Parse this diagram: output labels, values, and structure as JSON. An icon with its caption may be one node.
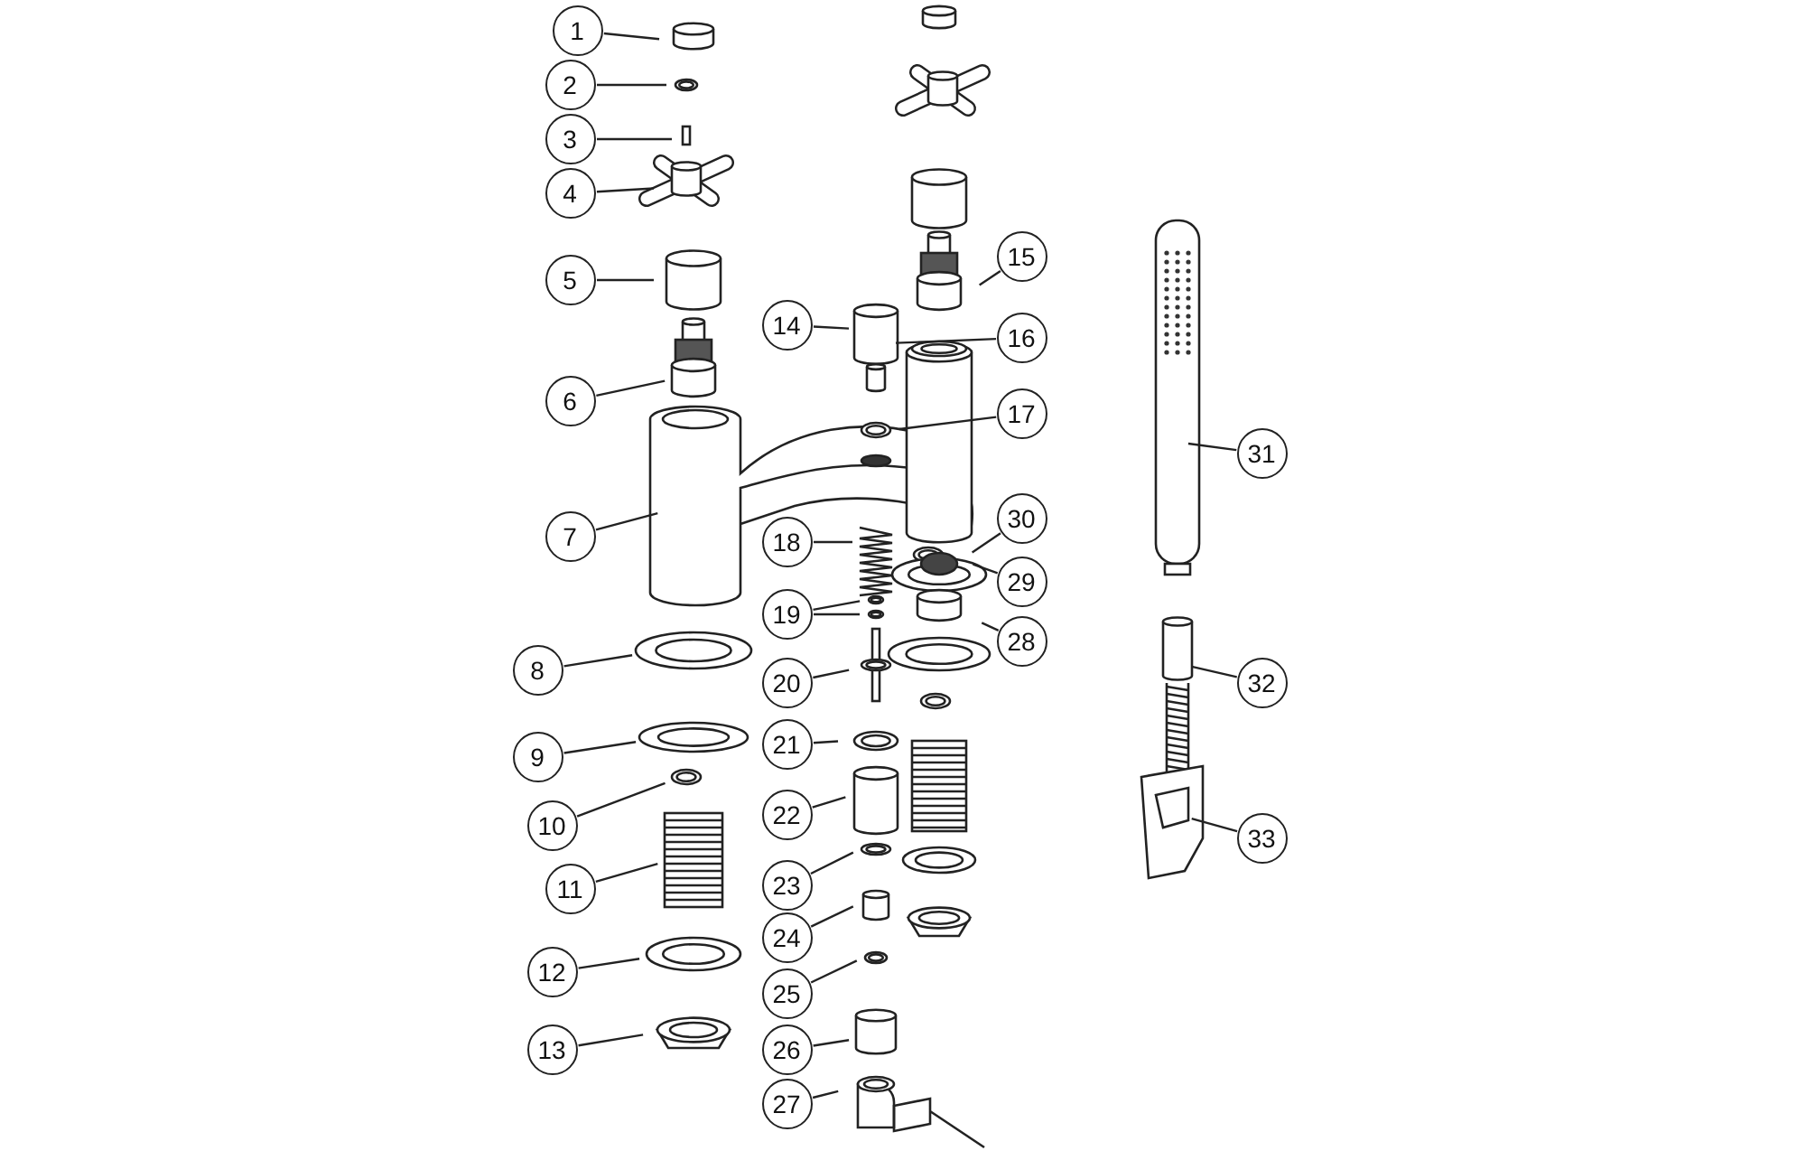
{
  "diagram": {
    "nodes": [
      {
        "text": [
          "1"
        ]
      },
      {
        "text": [
          "2"
        ]
      },
      {
        "text": [
          "3"
        ]
      },
      {
        "text": [
          "4"
        ]
      },
      {
        "text": [
          "5"
        ]
      },
      {
        "text": [
          "6"
        ]
      },
      {
        "text": [
          "7"
        ]
      },
      {
        "text": [
          "8"
        ]
      },
      {
        "text": [
          "9"
        ]
      },
      {
        "text": [
          "10"
        ]
      },
      {
        "text": [
          "11"
        ]
      },
      {
        "text": [
          "12"
        ]
      },
      {
        "text": [
          "13"
        ]
      },
      {
        "text": [
          "14"
        ]
      },
      {
        "text": [
          "15"
        ]
      },
      {
        "text": [
          "16"
        ]
      },
      {
        "text": [
          "17"
        ]
      },
      {
        "text": [
          "18"
        ]
      },
      {
        "text": [
          "19"
        ]
      },
      {
        "text": [
          "20"
        ]
      },
      {
        "text": [
          "21"
        ]
      },
      {
        "text": [
          "22"
        ]
      },
      {
        "text": [
          "23"
        ]
      },
      {
        "text": [
          "24"
        ]
      },
      {
        "text": [
          "25"
        ]
      },
      {
        "text": [
          "26"
        ]
      },
      {
        "text": [
          "27"
        ]
      },
      {
        "text": [
          "28"
        ]
      },
      {
        "text": [
          "29"
        ]
      },
      {
        "text": [
          "30"
        ]
      },
      {
        "text": [
          "31"
        ]
      },
      {
        "text": [
          "32"
        ]
      },
      {
        "text": [
          "33"
        ]
      }
    ],
    "edges": [
      {
        "from": 0,
        "to": null,
        "arrow": "none"
      },
      {
        "from": 1,
        "to": null,
        "arrow": "none"
      },
      {
        "from": 2,
        "to": null,
        "arrow": "none"
      },
      {
        "from": 3,
        "to": null,
        "arrow": "none"
      },
      {
        "from": 4,
        "to": null,
        "arrow": "none"
      },
      {
        "from": 5,
        "to": null,
        "arrow": "none"
      },
      {
        "from": 6,
        "to": null,
        "arrow": "none"
      },
      {
        "from": 7,
        "to": null,
        "arrow": "none"
      },
      {
        "from": 8,
        "to": null,
        "arrow": "none"
      },
      {
        "from": 9,
        "to": null,
        "arrow": "none"
      },
      {
        "from": 10,
        "to": null,
        "arrow": "none"
      },
      {
        "from": 11,
        "to": null,
        "arrow": "none"
      },
      {
        "from": 12,
        "to": null,
        "arrow": "none"
      },
      {
        "from": 13,
        "to": null,
        "arrow": "none"
      },
      {
        "from": 14,
        "to": null,
        "arrow": "none"
      },
      {
        "from": 15,
        "to": null,
        "arrow": "none"
      },
      {
        "from": 16,
        "to": null,
        "arrow": "none"
      },
      {
        "from": 17,
        "to": null,
        "arrow": "none"
      },
      {
        "from": 18,
        "to": null,
        "arrow": "none"
      },
      {
        "from": 18,
        "to": null,
        "arrow": "none"
      },
      {
        "from": 19,
        "to": null,
        "arrow": "none"
      },
      {
        "from": 20,
        "to": null,
        "arrow": "none"
      },
      {
        "from": 21,
        "to": null,
        "arrow": "none"
      },
      {
        "from": 22,
        "to": null,
        "arrow": "none"
      },
      {
        "from": 23,
        "to": null,
        "arrow": "none"
      },
      {
        "from": 24,
        "to": null,
        "arrow": "none"
      },
      {
        "from": 25,
        "to": null,
        "arrow": "none"
      },
      {
        "from": 26,
        "to": null,
        "arrow": "none"
      },
      {
        "from": 27,
        "to": null,
        "arrow": "none"
      },
      {
        "from": 28,
        "to": null,
        "arrow": "none"
      },
      {
        "from": 29,
        "to": null,
        "arrow": "none"
      },
      {
        "from": 30,
        "to": null,
        "arrow": "none"
      },
      {
        "from": 31,
        "to": null,
        "arrow": "none"
      },
      {
        "from": 32,
        "to": null,
        "arrow": "none"
      }
    ]
  }
}
